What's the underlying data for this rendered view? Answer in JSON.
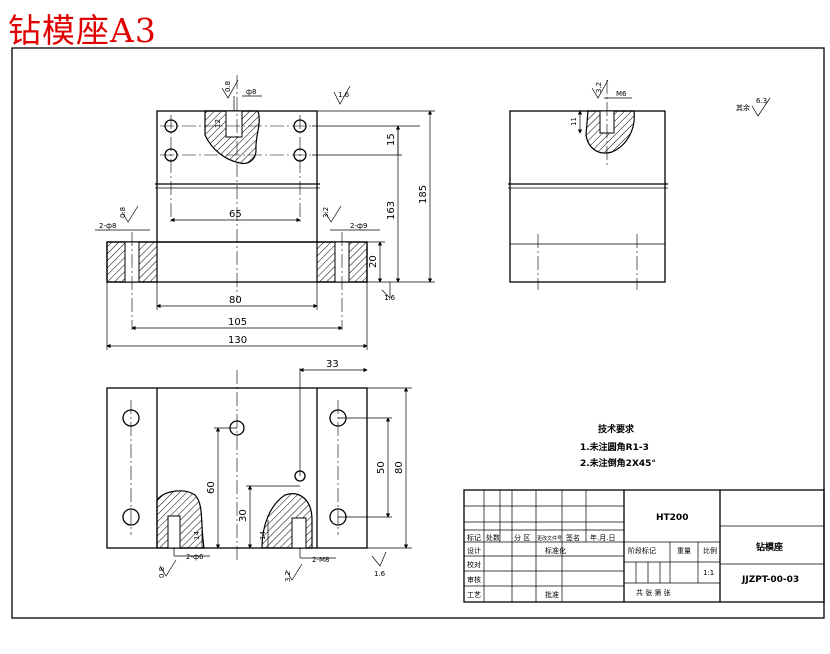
{
  "title": "钻模座A3",
  "roughness_note": {
    "prefix": "其余",
    "value": "6.3"
  },
  "views": {
    "front": {
      "dims": {
        "d185": "185",
        "d163": "163",
        "d15": "15",
        "d20": "20",
        "d65": "65",
        "d80": "80",
        "d105": "105",
        "d130": "130",
        "d12": "12"
      },
      "labels": {
        "hole_top": "ф8",
        "hole_left": "2-ф8",
        "hole_right": "2-ф9"
      },
      "roughness": {
        "r_top": "0.8",
        "r_top_right": "1.6",
        "r_left": "0.8",
        "r_right": "3.2",
        "r_bottom": "1.6"
      }
    },
    "side": {
      "dims": {
        "d11": "11"
      },
      "labels": {
        "thread": "M6"
      },
      "roughness": {
        "r_top": "3.2"
      }
    },
    "top": {
      "dims": {
        "d33": "33",
        "d60": "60",
        "d30": "30",
        "d14a": "14",
        "d14b": "14",
        "d50": "50",
        "d80": "80"
      },
      "labels": {
        "holes_left": "2-ф6",
        "holes_right": "2-M8"
      },
      "roughness": {
        "r_left": "0.8",
        "r_mid": "3.2",
        "r_right": "1.6"
      }
    }
  },
  "technical_requirements": {
    "heading": "技术要求",
    "items": [
      "1.未注圆角R1-3",
      "2.未注倒角2X45°"
    ]
  },
  "title_block": {
    "material": "HT200",
    "part_name": "钻模座",
    "drawing_no": "JJZPT-00-03",
    "scale": "1:1",
    "left_rows": [
      [
        "标记",
        "处数",
        "分 区",
        "更改文件号",
        "签名",
        "年.月.日"
      ],
      [
        "设计",
        "",
        "",
        "标准化",
        "",
        ""
      ],
      [
        "校对",
        "",
        "",
        "",
        "",
        ""
      ],
      [
        "审核",
        "",
        "",
        "",
        "",
        ""
      ],
      [
        "工艺",
        "",
        "",
        "批准",
        "",
        ""
      ]
    ],
    "stage_label": "阶段标记",
    "weight_label": "重量",
    "scale_label": "比例",
    "sheet_label": "共 张 第 张"
  }
}
